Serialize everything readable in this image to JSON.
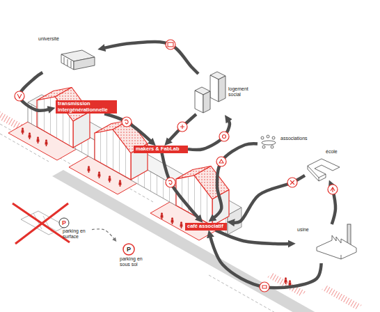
{
  "diagram": {
    "nodes": [
      {
        "text": [
          "université"
        ]
      },
      {
        "text": [
          "logement social"
        ]
      },
      {
        "text": [
          "transmission intergénérationnelle"
        ]
      },
      {
        "text": [
          "makers & FabLab"
        ]
      },
      {
        "text": [
          "associations"
        ]
      },
      {
        "text": [
          "école"
        ]
      },
      {
        "text": [
          "café associatif"
        ]
      },
      {
        "text": [
          "usine"
        ]
      },
      {
        "text": [
          "parking en surface"
        ]
      },
      {
        "text": [
          "parking en sous sol"
        ]
      }
    ],
    "edges": [
      {
        "from": 1,
        "to": 0,
        "arrow": "to"
      },
      {
        "from": 0,
        "to": 2,
        "arrow": "to"
      },
      {
        "from": 2,
        "to": 3,
        "arrow": "to"
      },
      {
        "from": 1,
        "to": 3,
        "arrow": "to"
      },
      {
        "from": 3,
        "to": 1,
        "arrow": "to"
      },
      {
        "from": 3,
        "to": 6,
        "arrow": "to"
      },
      {
        "from": 4,
        "to": 6,
        "arrow": "to"
      },
      {
        "from": 5,
        "to": 6,
        "arrow": "to"
      },
      {
        "from": 6,
        "to": 7,
        "arrow": "to"
      },
      {
        "from": 7,
        "to": 5,
        "arrow": "to"
      },
      {
        "from": 7,
        "to": 6,
        "arrow": "to"
      },
      {
        "from": 8,
        "to": 9,
        "arrow": "to"
      }
    ],
    "labels": [
      "P",
      "P"
    ]
  }
}
